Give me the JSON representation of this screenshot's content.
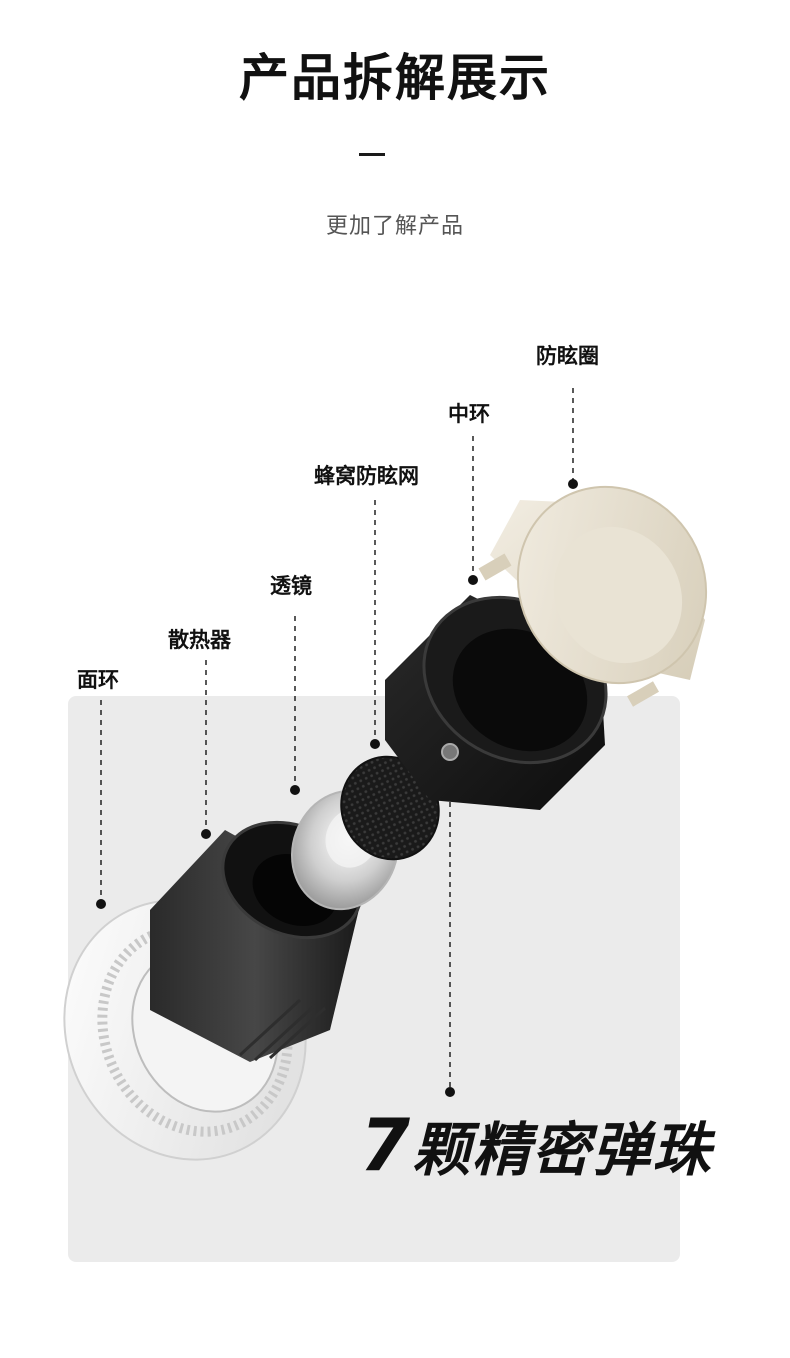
{
  "header": {
    "title": "产品拆解展示",
    "subtitle": "更加了解产品"
  },
  "labels": {
    "face_ring": "面环",
    "heatsink": "散热器",
    "lens": "透镜",
    "honeycomb": "蜂窝防眩网",
    "middle_ring": "中环",
    "anti_glare_ring": "防眩圈"
  },
  "callout": {
    "number": "7",
    "text": "颗精密弹珠"
  },
  "colors": {
    "panel_bg": "#ebebeb",
    "text_dark": "#111111",
    "anti_glare_color": "#e3dccb",
    "body_black": "#1c1c1c"
  }
}
